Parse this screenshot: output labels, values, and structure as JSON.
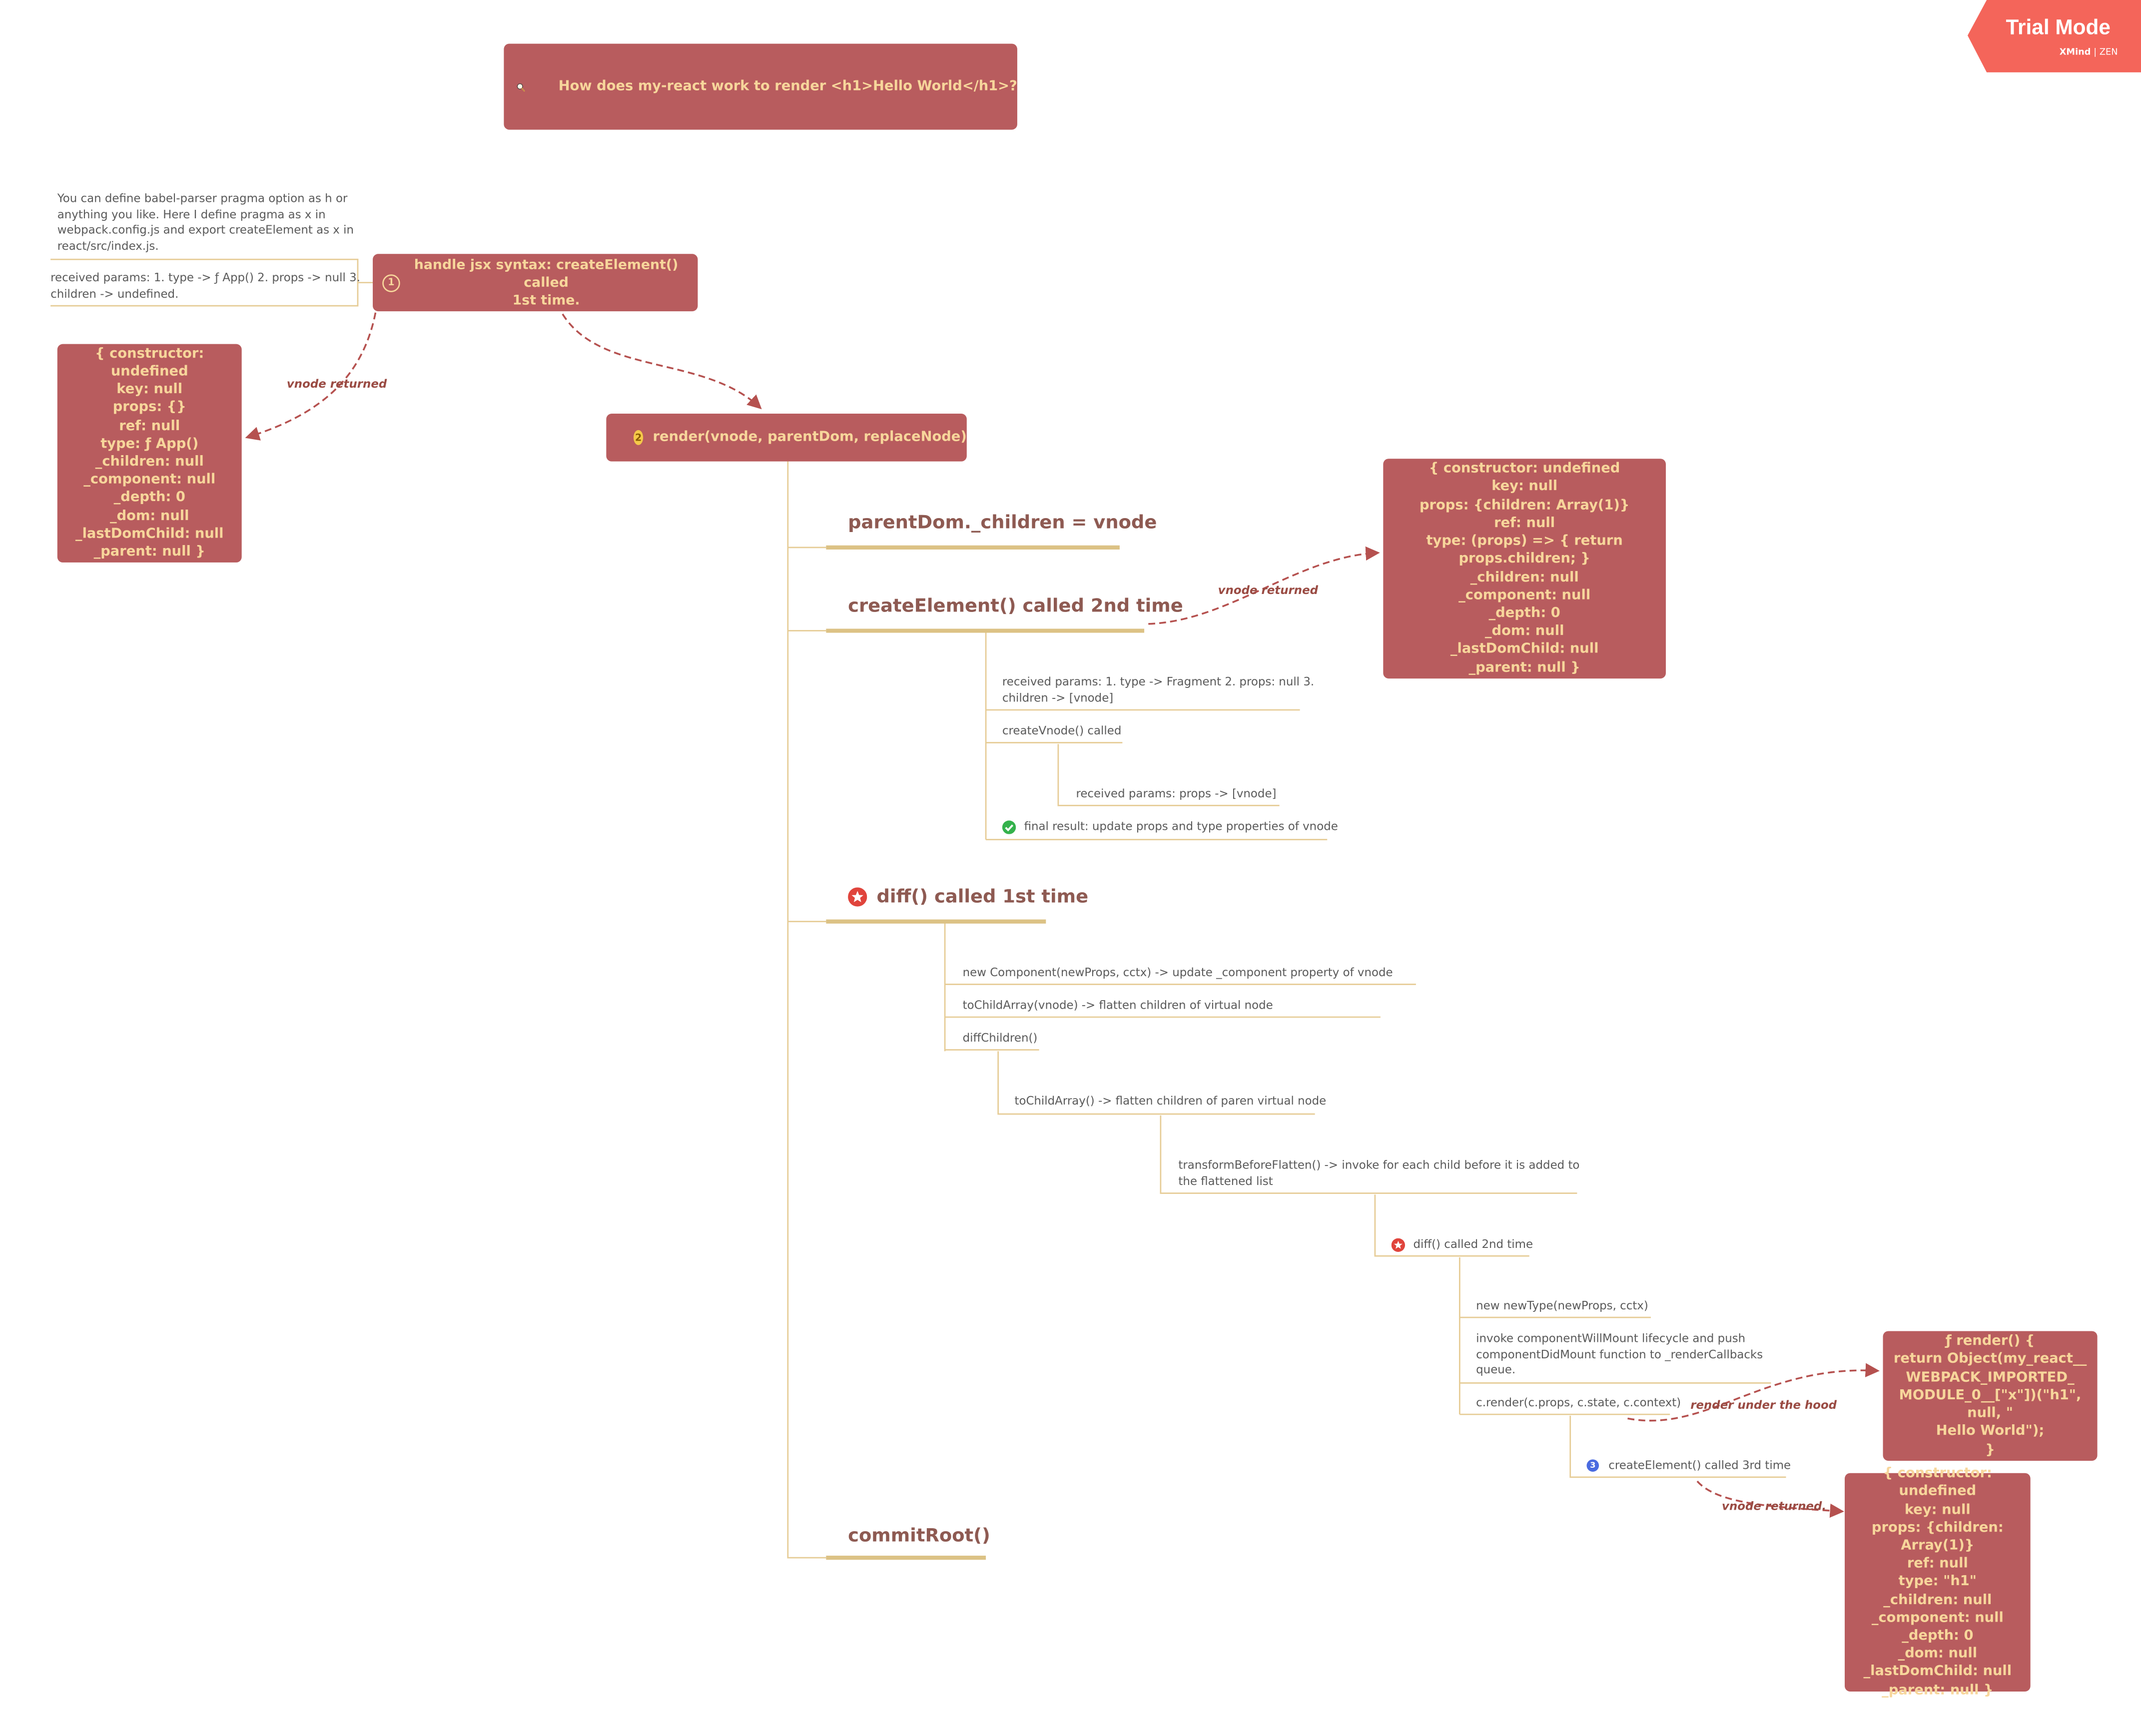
{
  "trial": {
    "title": "Trial Mode",
    "brand": "XMind",
    "edition": "ZEN"
  },
  "title_node": {
    "icon": "magnifier-icon",
    "text": "How does my-react work to render <h1>Hello World</h1>?"
  },
  "note_pragma": [
    "You can define babel-parser pragma option as h or",
    "anything you like. Here I define pragma as x in",
    "webpack.config.js and export createElement as x in",
    "react/src/index.js."
  ],
  "note_params": [
    "received params:    1. type -> ƒ App() 2. props -> null 3.",
    "children -> undefined."
  ],
  "step1": {
    "marker": "1",
    "lines": [
      "handle jsx syntax: createElement() called",
      "1st time."
    ]
  },
  "vnode1": [
    "{  constructor: undefined",
    "key: null",
    "props: {}",
    "ref: null",
    "type: ƒ App()",
    "_children: null",
    "_component: null",
    "_depth: 0",
    "_dom: null",
    "_lastDomChild: null",
    "_parent: null }"
  ],
  "label_vnode_returned": "vnode returned",
  "label_vnode_returned_dot": "vnode returned.",
  "label_render_hood": "render under the hood",
  "step2": {
    "marker": "2",
    "text": "render(vnode, parentDom, replaceNode)"
  },
  "vnode2": [
    "{  constructor: undefined",
    "key: null",
    "props: {children: Array(1)}",
    "ref: null",
    "type: (props) => { return props.children; }",
    "_children: null",
    "_component: null",
    "_depth: 0",
    "_dom: null",
    "_lastDomChild: null",
    "_parent: null  }"
  ],
  "branches": {
    "parentdom": "parentDom._children = vnode",
    "create2": "createElement() called 2nd time",
    "diff1": "diff() called 1st time",
    "commit": "commitRoot()"
  },
  "create2_children": {
    "params": [
      "received params: 1. type ->  Fragment 2. props: null 3.",
      "children -> [vnode]"
    ],
    "createvnode": "createVnode() called",
    "createvnode_params": "received params: props -> [vnode]",
    "final": "final result: update props and type properties of vnode"
  },
  "diff1_children": {
    "newcomp": "new Component(newProps, cctx) -> update _component property of vnode",
    "tochild1": "toChildArray(vnode) -> flatten  children of virtual node",
    "diffchildren": "diffChildren()",
    "tochild2": "toChildArray() -> flatten children of  paren virtual node",
    "transform": [
      "transformBeforeFlatten() -> invoke for each child before it is added to",
      "the flattened list"
    ],
    "diff2": "diff() called 2nd time",
    "newtype": "new newType(newProps, cctx)",
    "invoke": [
      "invoke componentWillMount lifecycle and push",
      "componentDidMount function to _renderCallbacks",
      "queue."
    ],
    "crender": "c.render(c.props, c.state, c.context)",
    "create3": {
      "marker": "3",
      "text": "createElement() called 3rd time"
    }
  },
  "render_box": [
    "ƒ render() {",
    "return Object(my_react__",
    "WEBPACK_IMPORTED_",
    "MODULE_0__[\"x\"])(\"h1\", null, \"",
    "Hello World\");",
    "}"
  ],
  "vnode3": [
    "{ constructor: undefined",
    "key: null",
    "props: {children: Array(1)}",
    "ref: null",
    "type: \"h1\"",
    "_children: null",
    "_component: null",
    "_depth: 0",
    "_dom: null",
    "_lastDomChild: null",
    "_parent: null  }"
  ],
  "colors": {
    "node": "#b85c5e",
    "node_text": "#f7d69b",
    "line": "#e6cc96",
    "branch_underline": "#dcc285",
    "trial": "#f4655a",
    "arrow": "#b5514f"
  }
}
